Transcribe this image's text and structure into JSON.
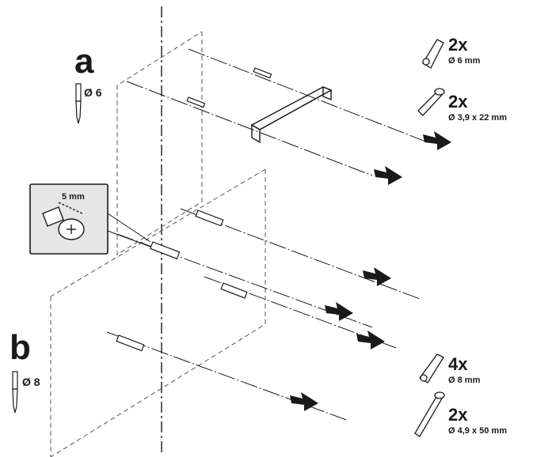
{
  "step_a": {
    "letter": "a",
    "drill": "Ø 6",
    "parts": [
      {
        "qty": "2x",
        "size": "Ø 6 mm",
        "icon": "wall-plug-icon"
      },
      {
        "qty": "2x",
        "size": "Ø 3,9 x 22 mm",
        "icon": "screw-icon"
      }
    ]
  },
  "step_b": {
    "letter": "b",
    "drill": "Ø 8",
    "parts": [
      {
        "qty": "4x",
        "size": "Ø 8 mm",
        "icon": "wall-plug-icon"
      },
      {
        "qty": "2x",
        "size": "Ø 4,9 x 50 mm",
        "icon": "long-screw-icon"
      }
    ]
  },
  "detail": {
    "gap": "5 mm",
    "icon": "screw-head-icon"
  },
  "colors": {
    "line": "#1a1a1a",
    "dash": "#555555",
    "inset_bg": "#e6e6e6"
  }
}
